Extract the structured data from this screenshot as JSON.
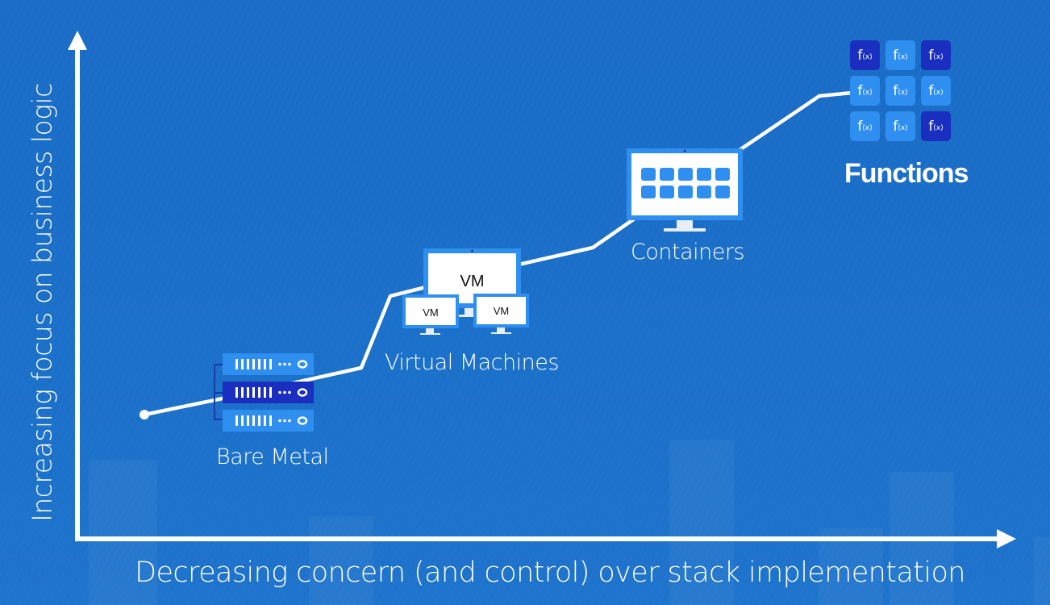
{
  "axes": {
    "y_label": "Increasing focus on business logic",
    "x_label": "Decreasing concern (and control) over stack implementation"
  },
  "stages": [
    {
      "label": "Bare Metal",
      "icon": "server-rack-icon"
    },
    {
      "label": "Virtual Machines",
      "icon": "virtual-machines-icon"
    },
    {
      "label": "Containers",
      "icon": "container-monitor-icon"
    },
    {
      "label": "Functions",
      "icon": "function-grid-icon"
    }
  ],
  "vm_labels": {
    "main": "VM",
    "left": "VM",
    "right": "VM"
  },
  "functions_tiles": [
    {
      "f": "f",
      "sub": "(x)",
      "color": "#1a2fbf"
    },
    {
      "f": "f",
      "sub": "(x)",
      "color": "#2f8ff0"
    },
    {
      "f": "f",
      "sub": "(x)",
      "color": "#1a2fbf"
    },
    {
      "f": "f",
      "sub": "(x)",
      "color": "#2f8ff0"
    },
    {
      "f": "f",
      "sub": "(x)",
      "color": "#2f8ff0"
    },
    {
      "f": "f",
      "sub": "(x)",
      "color": "#2f8ff0"
    },
    {
      "f": "f",
      "sub": "(x)",
      "color": "#2f8ff0"
    },
    {
      "f": "f",
      "sub": "(x)",
      "color": "#2f8ff0"
    },
    {
      "f": "f",
      "sub": "(x)",
      "color": "#1a2fbf"
    }
  ],
  "colors": {
    "background": "#1a6fc8",
    "accent_light": "#2f8ff0",
    "accent_dark": "#1a2fbf",
    "line": "#ffffff"
  }
}
